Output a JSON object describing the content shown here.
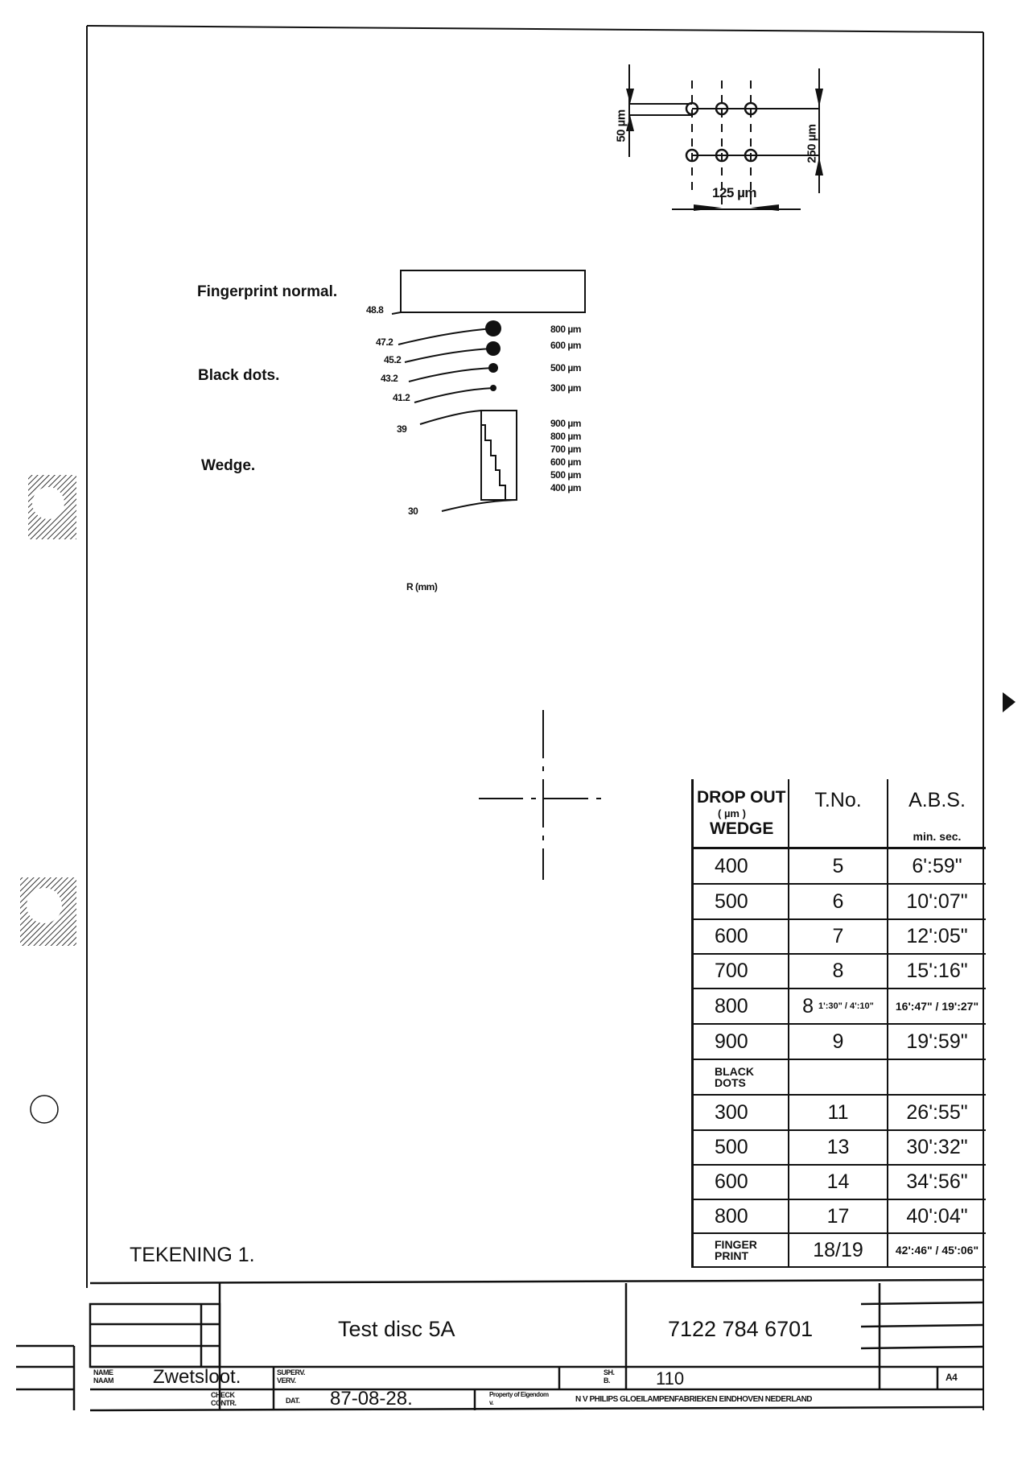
{
  "diagram": {
    "fingerprint_label": "Fingerprint normal.",
    "fingerprint_radius": "48.8",
    "black_dots_label": "Black dots.",
    "black_dots": [
      {
        "radius": "47.2",
        "size": "800 µm"
      },
      {
        "radius": "45.2",
        "size": "600 µm"
      },
      {
        "radius": "43.2",
        "size": "500 µm"
      },
      {
        "radius": "41.2",
        "size": "300 µm"
      }
    ],
    "wedge_label": "Wedge.",
    "wedge_radius_outer": "39",
    "wedge_radius_inner": "30",
    "wedge_sizes": [
      "900 µm",
      "800 µm",
      "700 µm",
      "600 µm",
      "500 µm",
      "400 µm"
    ],
    "axis_label": "R (mm)",
    "pitch_label": "50 µm",
    "row_spacing_label": "250 µm",
    "col_spacing_label": "125 µm"
  },
  "table": {
    "header": {
      "col1_line1": "DROP OUT",
      "col1_line2": "( µm )",
      "col1_line3": "WEDGE",
      "col2": "T.No.",
      "col3": "A.B.S.",
      "col3_sub": "min. sec."
    },
    "rows": [
      {
        "drop": "400",
        "tno": "5",
        "abs": "6':59\""
      },
      {
        "drop": "500",
        "tno": "6",
        "abs": "10':07\""
      },
      {
        "drop": "600",
        "tno": "7",
        "abs": "12':05\""
      },
      {
        "drop": "700",
        "tno": "8",
        "abs": "15':16\""
      },
      {
        "drop": "800",
        "tno": "8",
        "tno_sub": "1':30\" / 4':10\"",
        "abs": "16':47\" / 19':27\""
      },
      {
        "drop": "900",
        "tno": "9",
        "abs": "19':59\""
      },
      {
        "drop": "BLACK DOTS",
        "tno": "",
        "abs": "",
        "section": true
      },
      {
        "drop": "300",
        "tno": "11",
        "abs": "26':55\""
      },
      {
        "drop": "500",
        "tno": "13",
        "abs": "30':32\""
      },
      {
        "drop": "600",
        "tno": "14",
        "abs": "34':56\""
      },
      {
        "drop": "800",
        "tno": "17",
        "abs": "40':04\""
      },
      {
        "drop": "FINGER PRINT",
        "tno": "18/19",
        "abs": "42':46\" / 45':06\"",
        "section": true
      }
    ]
  },
  "drawing_label": "TEKENING 1.",
  "title_block": {
    "title": "Test disc 5A",
    "number": "7122 784 6701",
    "name_label": "NAME NAAM",
    "name": "Zwetsloot.",
    "super_label": "SUPERV. VERV.",
    "check_label": "CHECK CONTR.",
    "date_label": "DAT.",
    "date": "87-08-28.",
    "sheet_label": "SH. B.",
    "sheet_value": "110",
    "format": "A4",
    "property_label": "Property of Eigendom v.",
    "company": "N V  PHILIPS  GLOEILAMPENFABRIEKEN EINDHOVEN  NEDERLAND"
  }
}
